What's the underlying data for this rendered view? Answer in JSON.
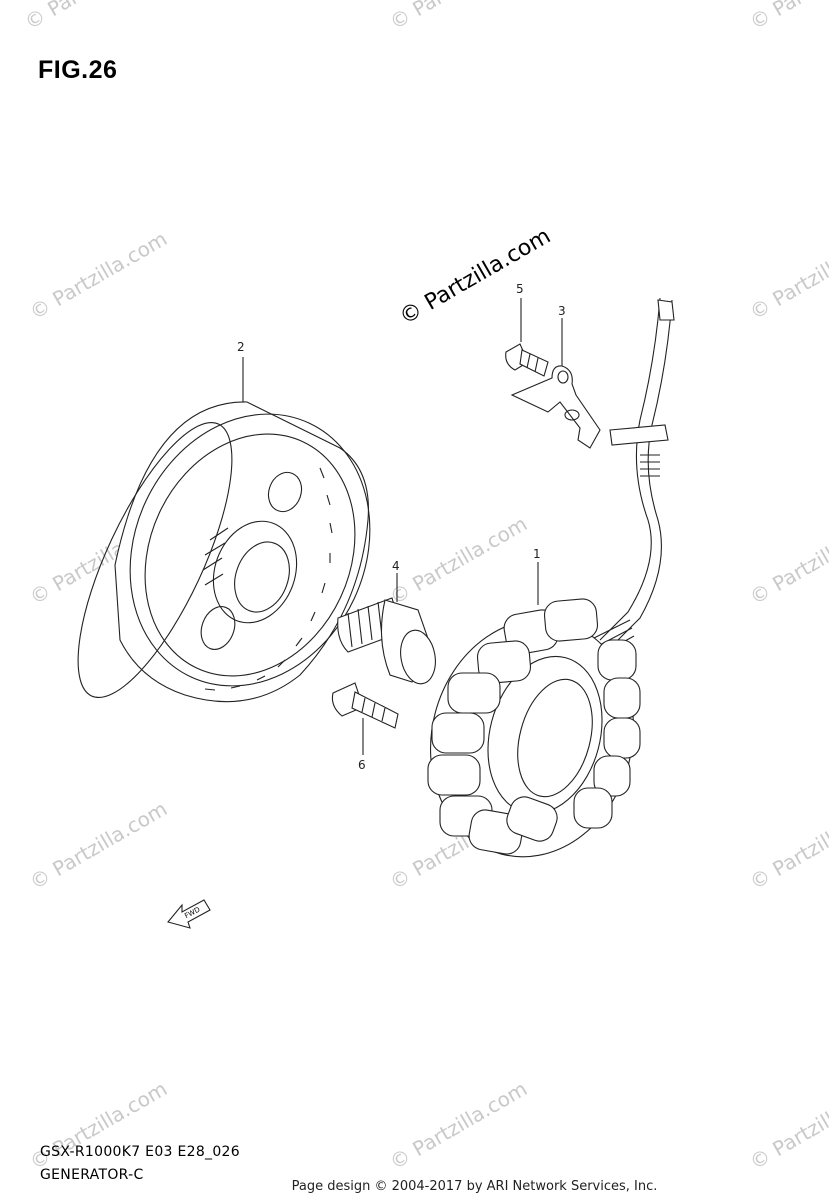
{
  "figure": {
    "title": "FIG.26",
    "model_code": "GSX-R1000K7 E03 E28_026",
    "section_name": "GENERATOR-C"
  },
  "watermark": {
    "main": "© Partzilla.com",
    "repeated": "© Partzilla.com"
  },
  "parts": [
    {
      "ref": "1"
    },
    {
      "ref": "2"
    },
    {
      "ref": "3"
    },
    {
      "ref": "4"
    },
    {
      "ref": "5"
    },
    {
      "ref": "6"
    }
  ],
  "direction_marker": {
    "label": "FWD"
  },
  "footer": {
    "credit": "Page design © 2004-2017 by ARI Network Services, Inc."
  }
}
